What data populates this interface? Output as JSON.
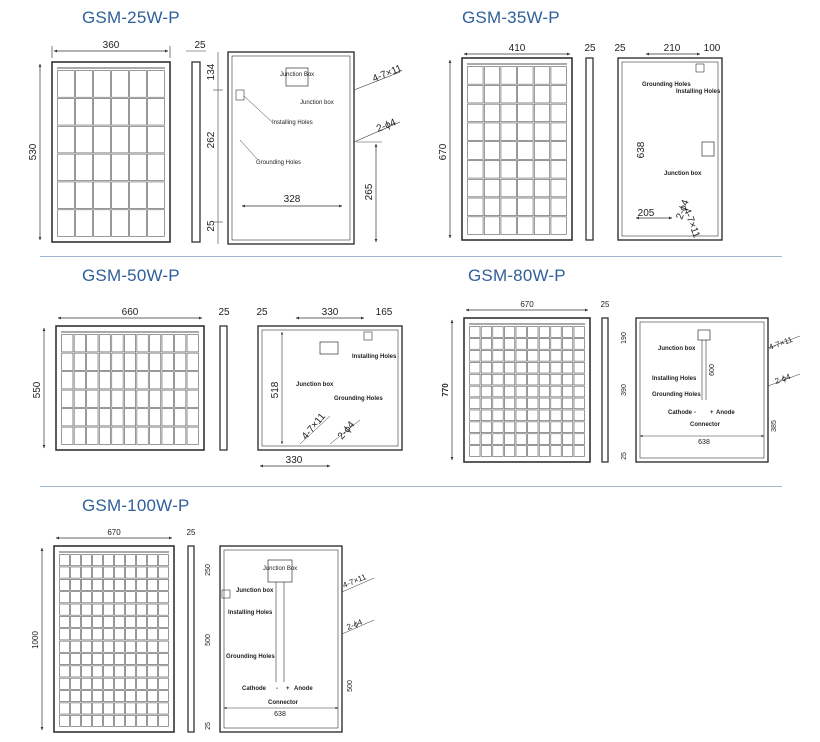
{
  "models": [
    {
      "title": "GSM-25W-P",
      "front": {
        "width": "360",
        "height": "530",
        "cols": 6,
        "rows": 6
      },
      "side": {
        "thickness": "25"
      },
      "rear": {
        "top_offset": "134",
        "hole_spacing": "262",
        "bottom_offset": "25",
        "bottom_width": "328",
        "right_height": "265",
        "slot_label": "4-7×11",
        "hole_label": "2-ϕ4",
        "junction_box_label": "Junction box",
        "junction_box_tag": "Junction Box",
        "installing_holes": "Installing Holes",
        "grounding_holes": "Grounding Holes"
      }
    },
    {
      "title": "GSM-35W-P",
      "front": {
        "width": "410",
        "height": "670",
        "cols": 6,
        "rows": 9
      },
      "side": {
        "thickness": "25"
      },
      "rear": {
        "thickness_left": "25",
        "top_width": "210",
        "top_right": "100",
        "height": "638",
        "bottom_left": "205",
        "slot_label": "4-7×11",
        "hole_label": "2-ϕ4",
        "junction_box_label": "Junction box",
        "installing_holes": "Installing Holes",
        "grounding_holes": "Grounding Holes"
      }
    },
    {
      "title": "GSM-50W-P",
      "front": {
        "width": "660",
        "height": "550",
        "cols": 11,
        "rows": 6
      },
      "side": {
        "thickness": "25"
      },
      "rear": {
        "thickness_left": "25",
        "top_width": "330",
        "top_right": "165",
        "height": "518",
        "bottom_width": "330",
        "slot_label": "4-7×11",
        "hole_label": "2-ϕ4",
        "junction_box_label": "Junction box",
        "installing_holes": "Installing Holes",
        "grounding_holes": "Grounding Holes"
      }
    },
    {
      "title": "GSM-80W-P",
      "front": {
        "width": "670",
        "height": "770",
        "cols": 10,
        "rows": 11
      },
      "side": {
        "thickness": "25"
      },
      "rear": {
        "top_offset": "190",
        "hole_spacing": "390",
        "bottom_offset": "25",
        "cable_length": "600",
        "bottom_width": "638",
        "right_height": "385",
        "slot_label": "4-7×11",
        "hole_label": "2-ϕ4",
        "junction_box_label": "Junction box",
        "installing_holes": "Installing Holes",
        "grounding_holes": "Grounding Holes",
        "cathode": "Cathode",
        "minus": "-",
        "plus": "+",
        "anode": "Anode",
        "connector": "Connector"
      }
    },
    {
      "title": "GSM-100W-P",
      "front": {
        "width": "670",
        "height": "1000",
        "cols": 10,
        "rows": 14
      },
      "side": {
        "thickness": "25"
      },
      "rear": {
        "top_offset": "250",
        "hole_spacing": "500",
        "bottom_offset": "25",
        "bottom_width": "638",
        "right_height": "500",
        "slot_label": "4-7×11",
        "hole_label": "2-ϕ4",
        "junction_box_label": "Junction box",
        "junction_box_tag": "Junction Box",
        "installing_holes": "Installing Holes",
        "grounding_holes": "Grounding Holes",
        "cathode": "Cathode",
        "minus": "-",
        "plus": "+",
        "anode": "Anode",
        "connector": "Connector"
      }
    }
  ]
}
